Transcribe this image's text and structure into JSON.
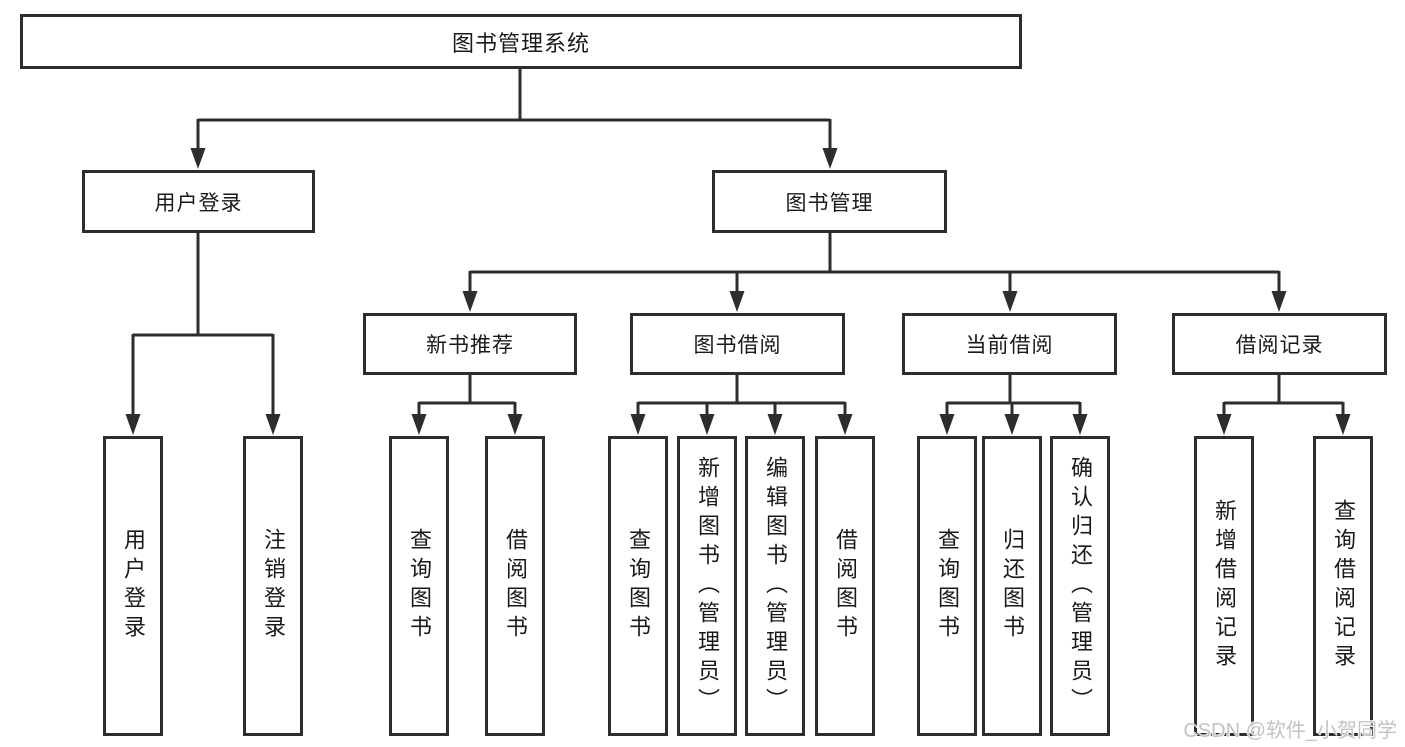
{
  "diagram": {
    "root": {
      "label": "图书管理系统"
    },
    "level2": [
      {
        "label": "用户登录",
        "children": [
          {
            "label": "用户登录"
          },
          {
            "label": "注销登录"
          }
        ]
      },
      {
        "label": "图书管理",
        "children": [
          {
            "label": "新书推荐",
            "children": [
              {
                "label": "查询图书"
              },
              {
                "label": "借阅图书"
              }
            ]
          },
          {
            "label": "图书借阅",
            "children": [
              {
                "label": "查询图书"
              },
              {
                "label": "新增图书（管理员）"
              },
              {
                "label": "编辑图书（管理员）"
              },
              {
                "label": "借阅图书"
              }
            ]
          },
          {
            "label": "当前借阅",
            "children": [
              {
                "label": "查询图书"
              },
              {
                "label": "归还图书"
              },
              {
                "label": "确认归还（管理员）"
              }
            ]
          },
          {
            "label": "借阅记录",
            "children": [
              {
                "label": "新增借阅记录"
              },
              {
                "label": "查询借阅记录"
              }
            ]
          }
        ]
      }
    ]
  },
  "watermark": {
    "text": "CSDN @软件_小贺同学"
  },
  "colors": {
    "line": "#2d2d2d",
    "box-fill": "#ffffff",
    "text": "#1a1a1a",
    "watermark": "#c3c3c3",
    "bg": "#ffffff"
  }
}
